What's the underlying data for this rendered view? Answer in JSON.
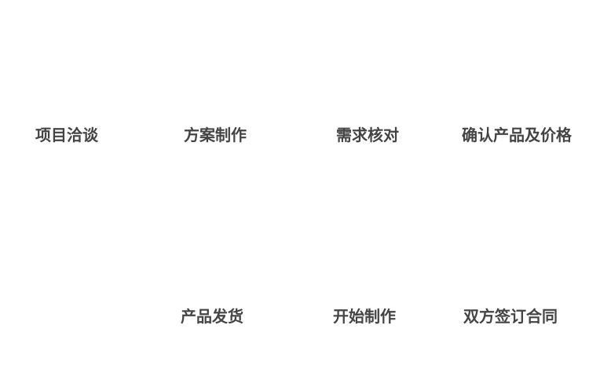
{
  "diagram": {
    "type": "process-flow",
    "title": "",
    "background_color": "#ffffff",
    "text_color": "#444444",
    "steps": [
      {
        "label": "项目洽谈",
        "row": "top",
        "order": 1
      },
      {
        "label": "方案制作",
        "row": "top",
        "order": 2
      },
      {
        "label": "需求核对",
        "row": "top",
        "order": 3
      },
      {
        "label": "确认产品及价格",
        "row": "top",
        "order": 4
      },
      {
        "label": "双方签订合同",
        "row": "bottom",
        "order": 5
      },
      {
        "label": "开始制作",
        "row": "bottom",
        "order": 6
      },
      {
        "label": "产品发货",
        "row": "bottom",
        "order": 7
      }
    ]
  }
}
